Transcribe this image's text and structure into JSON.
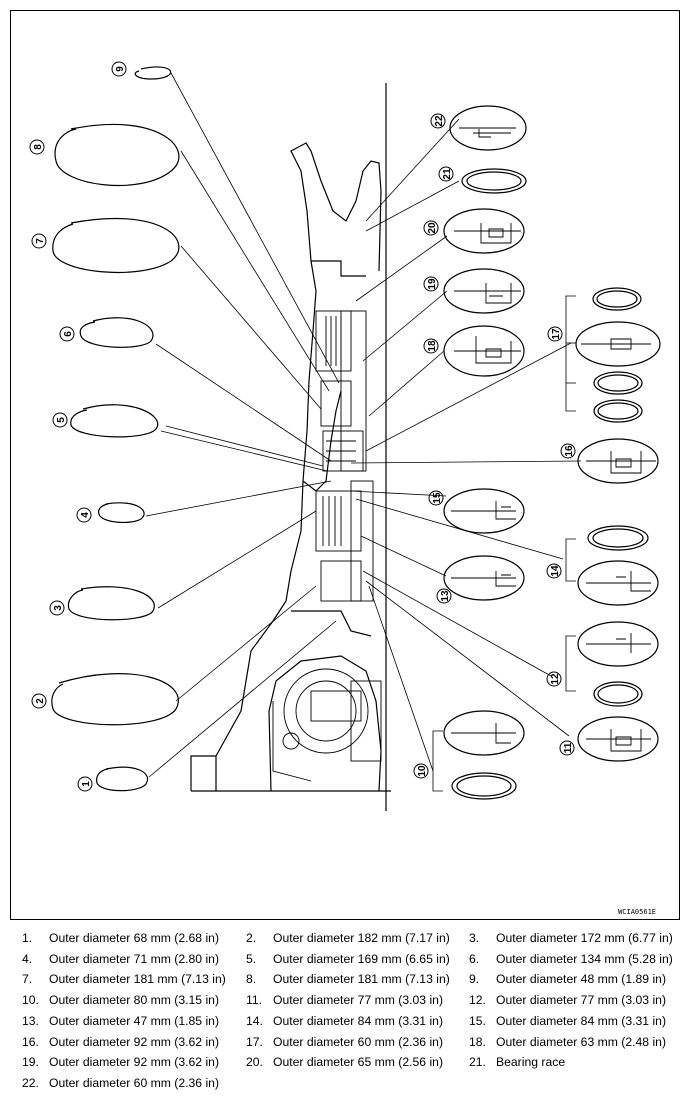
{
  "figure_code": "WCIA0561E",
  "callouts": [
    "1",
    "2",
    "3",
    "4",
    "5",
    "6",
    "7",
    "8",
    "9",
    "10",
    "11",
    "12",
    "13",
    "14",
    "15",
    "16",
    "17",
    "18",
    "19",
    "20",
    "21",
    "22"
  ],
  "legend": [
    {
      "num": "1.",
      "text": "Outer diameter 68 mm (2.68 in)"
    },
    {
      "num": "2.",
      "text": "Outer diameter 182 mm (7.17 in)"
    },
    {
      "num": "3.",
      "text": "Outer diameter 172 mm (6.77 in)"
    },
    {
      "num": "4.",
      "text": "Outer diameter 71 mm (2.80 in)"
    },
    {
      "num": "5.",
      "text": "Outer diameter 169 mm (6.65 in)"
    },
    {
      "num": "6.",
      "text": "Outer diameter 134 mm (5.28 in)"
    },
    {
      "num": "7.",
      "text": "Outer diameter 181 mm (7.13 in)"
    },
    {
      "num": "8.",
      "text": "Outer diameter 181 mm (7.13 in)"
    },
    {
      "num": "9.",
      "text": "Outer diameter 48 mm (1.89 in)"
    },
    {
      "num": "10.",
      "text": "Outer diameter 80 mm (3.15 in)"
    },
    {
      "num": "11.",
      "text": "Outer diameter 77 mm (3.03 in)"
    },
    {
      "num": "12.",
      "text": "Outer diameter 77 mm (3.03 in)"
    },
    {
      "num": "13.",
      "text": "Outer diameter 47 mm (1.85 in)"
    },
    {
      "num": "14.",
      "text": "Outer diameter 84 mm (3.31 in)"
    },
    {
      "num": "15.",
      "text": "Outer diameter 84 mm (3.31 in)"
    },
    {
      "num": "16.",
      "text": "Outer diameter 92 mm (3.62 in)"
    },
    {
      "num": "17.",
      "text": "Outer diameter 60 mm (2.36 in)"
    },
    {
      "num": "18.",
      "text": "Outer diameter 63 mm (2.48 in)"
    },
    {
      "num": "19.",
      "text": "Outer diameter 92 mm (3.62 in)"
    },
    {
      "num": "20.",
      "text": "Outer diameter 65 mm (2.56 in)"
    },
    {
      "num": "21.",
      "text": "Bearing race"
    },
    {
      "num": "22.",
      "text": "Outer diameter 60 mm (2.36 in)"
    }
  ]
}
